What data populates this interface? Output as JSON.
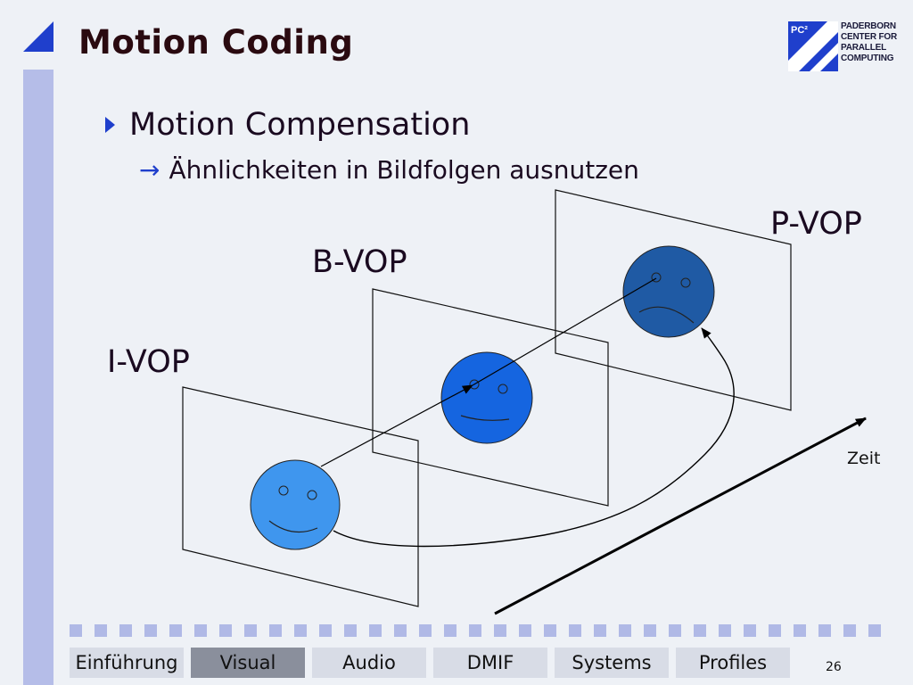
{
  "slide": {
    "title": "Motion Coding",
    "bullet_main": "Motion Compensation",
    "bullet_sub_arrow": "→",
    "bullet_sub": "Ähnlichkeiten in Bildfolgen ausnutzen",
    "page_number": "26"
  },
  "logo": {
    "badge": "PC²",
    "lines": [
      "PADERBORN",
      "CENTER FOR",
      "PARALLEL",
      "COMPUTING"
    ]
  },
  "diagram": {
    "frames": [
      {
        "label": "I-VOP",
        "face_color": "#3f96ee",
        "mood": "smile"
      },
      {
        "label": "B-VOP",
        "face_color": "#1565e0",
        "mood": "neutral"
      },
      {
        "label": "P-VOP",
        "face_color": "#1f5aa4",
        "mood": "frown"
      }
    ],
    "time_axis_label": "Zeit"
  },
  "nav": {
    "tabs": [
      {
        "label": "Einführung",
        "active": false
      },
      {
        "label": "Visual",
        "active": true
      },
      {
        "label": "Audio",
        "active": false
      },
      {
        "label": "DMIF",
        "active": false
      },
      {
        "label": "Systems",
        "active": false
      },
      {
        "label": "Profiles",
        "active": false
      }
    ]
  },
  "colors": {
    "accent": "#1f3fcc",
    "sidebar": "#b5bde8",
    "nav_active": "#8a8f9c",
    "nav_inactive": "#d8dce6"
  }
}
